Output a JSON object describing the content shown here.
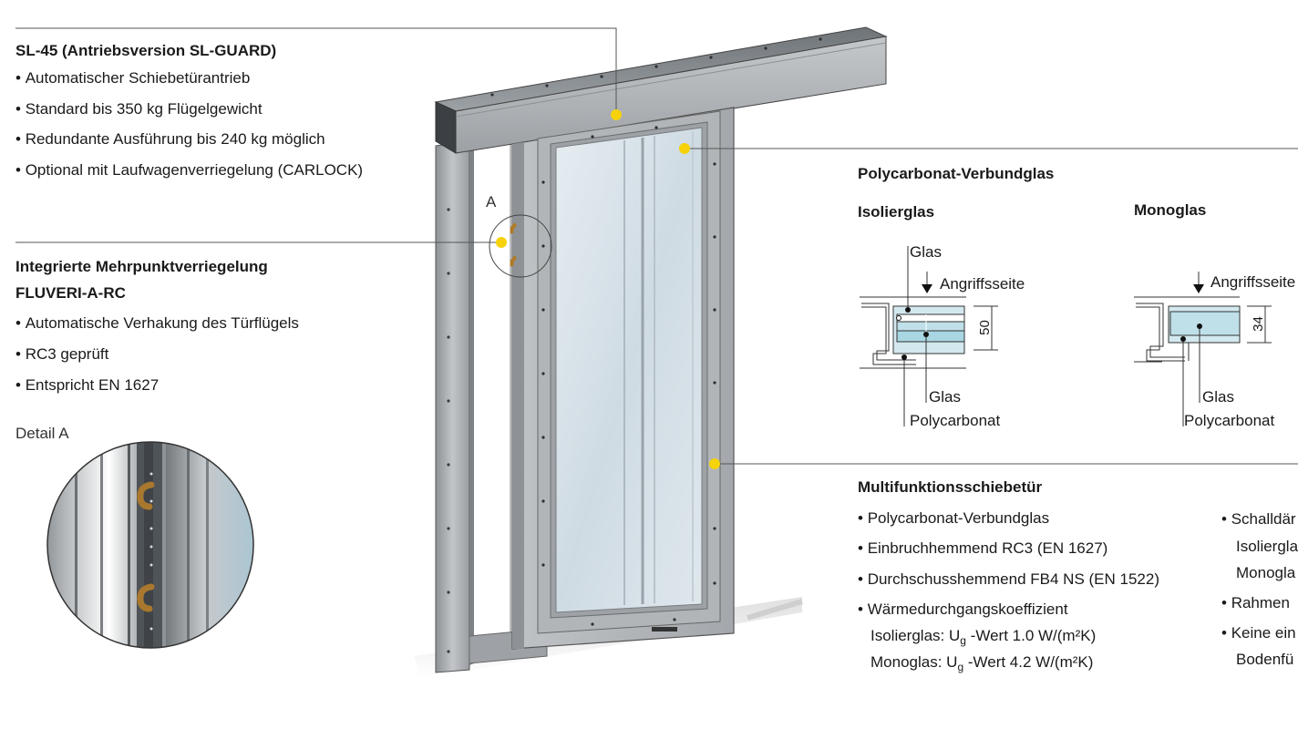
{
  "sl45": {
    "title": "SL-45 (Antriebsversion SL-GUARD)",
    "bullets": [
      "Automatischer Schiebetürantrieb",
      "Standard bis 350 kg Flügelgewicht",
      "Redundante Ausführung bis 240 kg möglich",
      "Optional mit Laufwagenverriegelung (CARLOCK)"
    ]
  },
  "lock": {
    "title_line1": "Integrierte Mehrpunktverriegelung",
    "title_line2": "FLUVERI-A-RC",
    "bullets": [
      "Automatische Verhakung des Türflügels",
      "RC3 geprüft",
      "Entspricht EN 1627"
    ]
  },
  "detail": {
    "label": "Detail A",
    "marker": "A"
  },
  "glass": {
    "title": "Polycarbonat-Verbundglas",
    "iso": {
      "title": "Isolierglas",
      "label_glas_top": "Glas",
      "label_attack": "Angriffsseite",
      "dimension": "50",
      "label_glas_bottom": "Glas",
      "label_poly": "Polycarbonat"
    },
    "mono": {
      "title": "Monoglas",
      "label_attack": "Angriffsseite",
      "dimension": "34",
      "label_glas_bottom": "Glas",
      "label_poly": "Polycarbonat"
    }
  },
  "multi": {
    "title": "Multifunktionsschiebetür",
    "bullets": [
      "Polycarbonat-Verbundglas",
      "Einbruchhemmend RC3 (EN 1627)",
      "Durchschusshemmend FB4 NS (EN 1522)",
      "Wärmedurchgangskoeffizient"
    ],
    "uvalue_iso_prefix": "Isolierglas: U",
    "uvalue_mono_prefix": "Monoglas: U",
    "uvalue_sub": "g",
    "uvalue_iso_suffix": " -Wert 1.0 W/(m²K)",
    "uvalue_mono_suffix": " -Wert 4.2 W/(m²K)",
    "right_col": [
      "Schalldär",
      "Isolierglas",
      "Monogla",
      "Rahmen",
      "Keine ein",
      "Bodenfü"
    ]
  },
  "colors": {
    "callout_dot": "#f5d20a",
    "leader_line": "#555555",
    "frame_metal": "#a9adb1"
  }
}
